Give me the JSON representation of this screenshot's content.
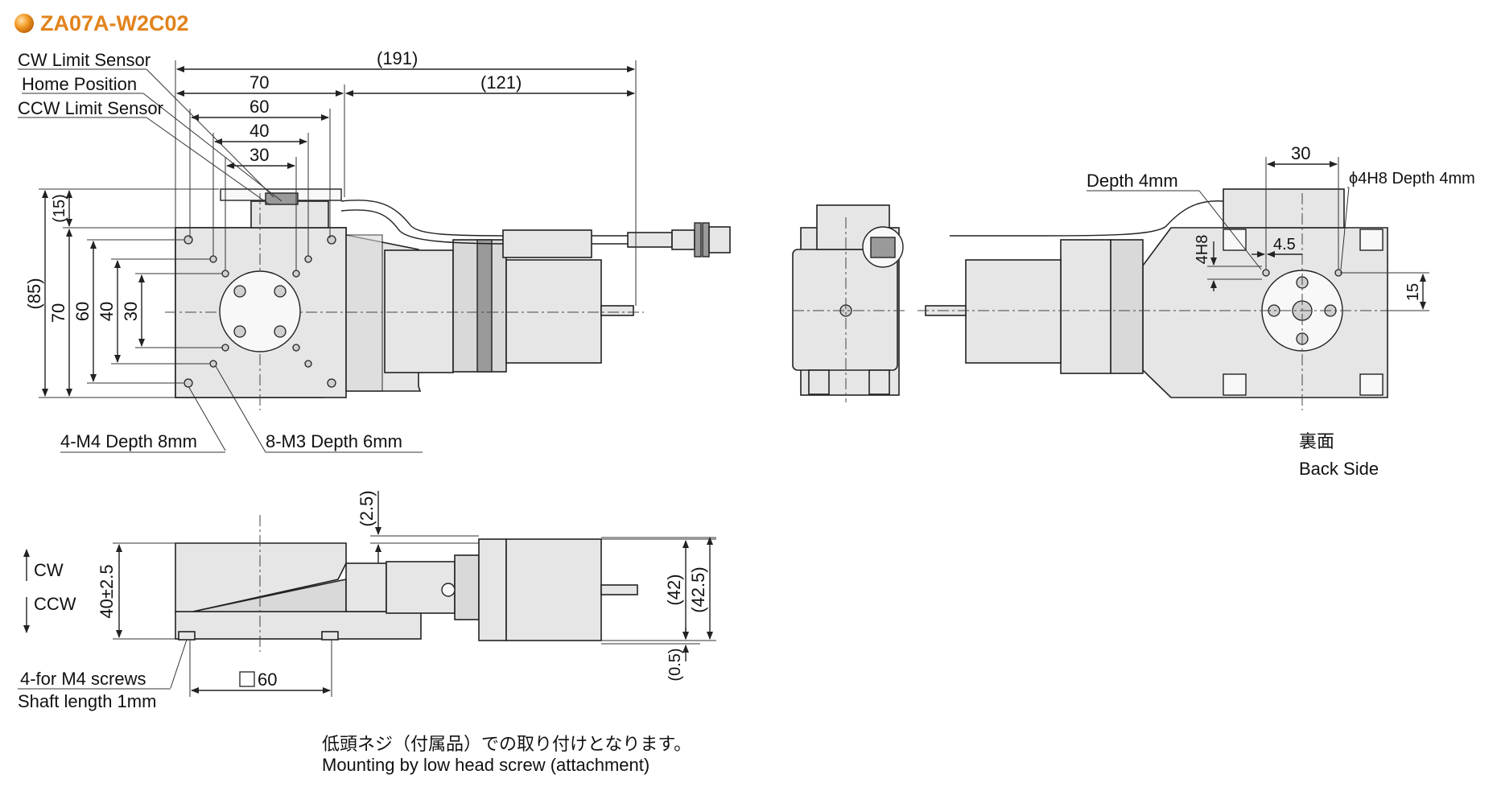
{
  "header": {
    "model": "ZA07A-W2C02",
    "accent_color": "#f39a26"
  },
  "top_view": {
    "labels": {
      "cw_limit": "CW Limit Sensor",
      "home": "Home Position",
      "ccw_limit": "CCW Limit Sensor",
      "m4": "4-M4 Depth 8mm",
      "m3": "8-M3 Depth 6mm"
    },
    "dims": {
      "d191": "(191)",
      "d121": "(121)",
      "d70": "70",
      "d60": "60",
      "d40": "40",
      "d30": "30",
      "v15": "(15)",
      "v85": "(85)",
      "v70": "70",
      "v60": "60",
      "v40": "40",
      "v30": "30"
    }
  },
  "back_view": {
    "labels": {
      "depth": "Depth 4mm",
      "hole": "ϕ4H8 Depth 4mm",
      "jp": "裏面",
      "en": "Back Side"
    },
    "dims": {
      "d30": "30",
      "d45": "4.5",
      "d4h8": "4H8",
      "d15": "15"
    }
  },
  "side_view": {
    "labels": {
      "cw": "CW",
      "ccw": "CCW",
      "screws": "4-for M4 screws",
      "shaft": "Shaft length 1mm",
      "sq60": "60"
    },
    "dims": {
      "h40": "40±2.5",
      "d25": "(2.5)",
      "d42": "(42)",
      "d425": "(42.5)",
      "d05": "(0.5)"
    }
  },
  "footer": {
    "jp": "低頭ネジ（付属品）での取り付けとなります。",
    "en": "Mounting by low head screw (attachment)"
  }
}
